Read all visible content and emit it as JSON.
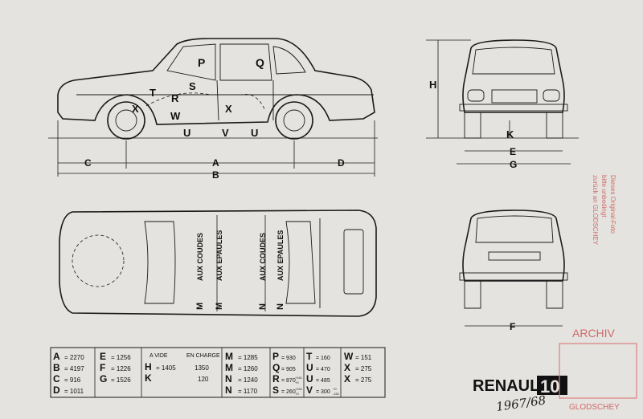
{
  "side_view": {
    "labels": [
      "P",
      "Q",
      "S",
      "T",
      "R",
      "X",
      "X",
      "W",
      "U",
      "V",
      "U",
      "K",
      "H"
    ],
    "dim_labels": {
      "C": "C",
      "A": "A",
      "D": "D",
      "B": "B",
      "E": "E",
      "G": "G",
      "F": "F"
    }
  },
  "top_view": {
    "seat_labels": [
      "M",
      "AUX COUDES",
      "M",
      "AUX EPAULES",
      "N",
      "AUX COUDES",
      "N",
      "AUX EPAULES"
    ]
  },
  "table": {
    "col1": [
      {
        "k": "A",
        "v": "= 2270"
      },
      {
        "k": "B",
        "v": "= 4197"
      },
      {
        "k": "C",
        "v": "= 916"
      },
      {
        "k": "D",
        "v": "= 1011"
      }
    ],
    "col2": [
      {
        "k": "E",
        "v": "= 1256"
      },
      {
        "k": "F",
        "v": "= 1226"
      },
      {
        "k": "G",
        "v": "= 1526"
      }
    ],
    "col3_head": {
      "a_vide": "A VIDE",
      "en_charge": "EN CHARGE"
    },
    "col3": [
      {
        "k": "H",
        "a": "= 1405",
        "b": "1350"
      },
      {
        "k": "K",
        "a": "",
        "b": "120"
      }
    ],
    "col4": [
      {
        "k": "M",
        "v": "= 1285"
      },
      {
        "k": "M",
        "v": "= 1260"
      },
      {
        "k": "N",
        "v": "= 1240"
      },
      {
        "k": "N",
        "v": "= 1170"
      }
    ],
    "col5": [
      {
        "k": "P",
        "v": "= 930"
      },
      {
        "k": "Q",
        "v": "= 905"
      },
      {
        "k": "R",
        "v": "= 870",
        "sup": "+151",
        "sub": "+0"
      },
      {
        "k": "S",
        "v": "= 260",
        "sup": "+151",
        "sub": "+0"
      }
    ],
    "col6": [
      {
        "k": "T",
        "v": "= 160"
      },
      {
        "k": "U",
        "v": "= 470"
      },
      {
        "k": "U",
        "v": "= 485"
      },
      {
        "k": "V",
        "v": "= 300",
        "sup": "+0",
        "sub": "-151"
      }
    ],
    "col7": [
      {
        "k": "W",
        "v": "= 151"
      },
      {
        "k": "X",
        "v": "= 275"
      },
      {
        "k": "X",
        "v": "= 275"
      }
    ]
  },
  "brand": {
    "name": "RENAULT",
    "model": "10"
  },
  "stamp_lines": [
    "Dieses Original-Foto",
    "bitte unbedingt",
    "zurück an GLODSCHEY"
  ],
  "archive_stamp": {
    "title": "ARCHIV",
    "owner": "GLODSCHEY"
  },
  "handwritten": "1967/68",
  "colors": {
    "paper": "#e4e3df",
    "ink": "#111111",
    "stamp": "#d06a6a"
  }
}
